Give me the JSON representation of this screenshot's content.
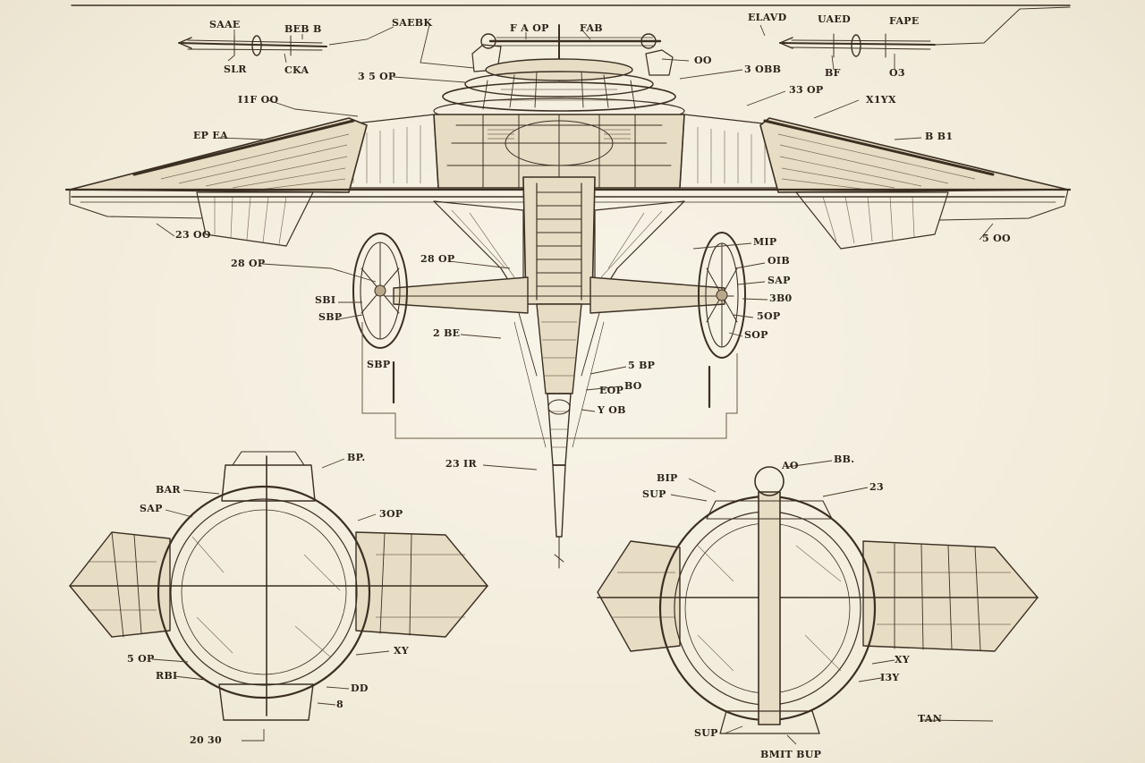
{
  "labels": {
    "l01": "SAAE",
    "l02": "BEB B",
    "l03": "SLR",
    "l04": "CKA",
    "l05": "SAEBK",
    "l06": "3 5 OP",
    "l07": "F A OP",
    "l08": "FAB",
    "l09": "OO",
    "l10": "3 OBB",
    "l11": "ELAVD",
    "l12": "UAED",
    "l13": "FAPE",
    "l14": "BF",
    "l15": "O3",
    "l16": "33 OP",
    "l17": "X1YX",
    "l18": "I1F OO",
    "l19": "EP EA",
    "l20": "B B1",
    "l21": "23 OO",
    "l22": "5 OO",
    "l23": "28 OP",
    "l24": "28 OP",
    "l25": "SBI",
    "l26": "SBP",
    "l27": "2 BE",
    "l28": "MIP",
    "l29": "OIB",
    "l30": "SAP",
    "l31": "3B0",
    "l32": "5OP",
    "l33": "SOP",
    "l34": "SBP",
    "l35": "5 BP",
    "l36": "EOP",
    "l37": "BO",
    "l38": "Y OB",
    "l39": "23 IR",
    "l40": "BP.",
    "l41": "BAR",
    "l42": "SAP",
    "l43": "3OP",
    "l44": "5 OP",
    "l45": "RBI",
    "l46": "XY",
    "l47": "DD",
    "l48": "8",
    "l49": "20 30",
    "l50": "BB.",
    "l51": "AO",
    "l52": "BIP",
    "l53": "SUP",
    "l54": "23",
    "l55": "XY",
    "l56": "I3Y",
    "l57": "TAN",
    "l58": "BMIT BUP"
  }
}
